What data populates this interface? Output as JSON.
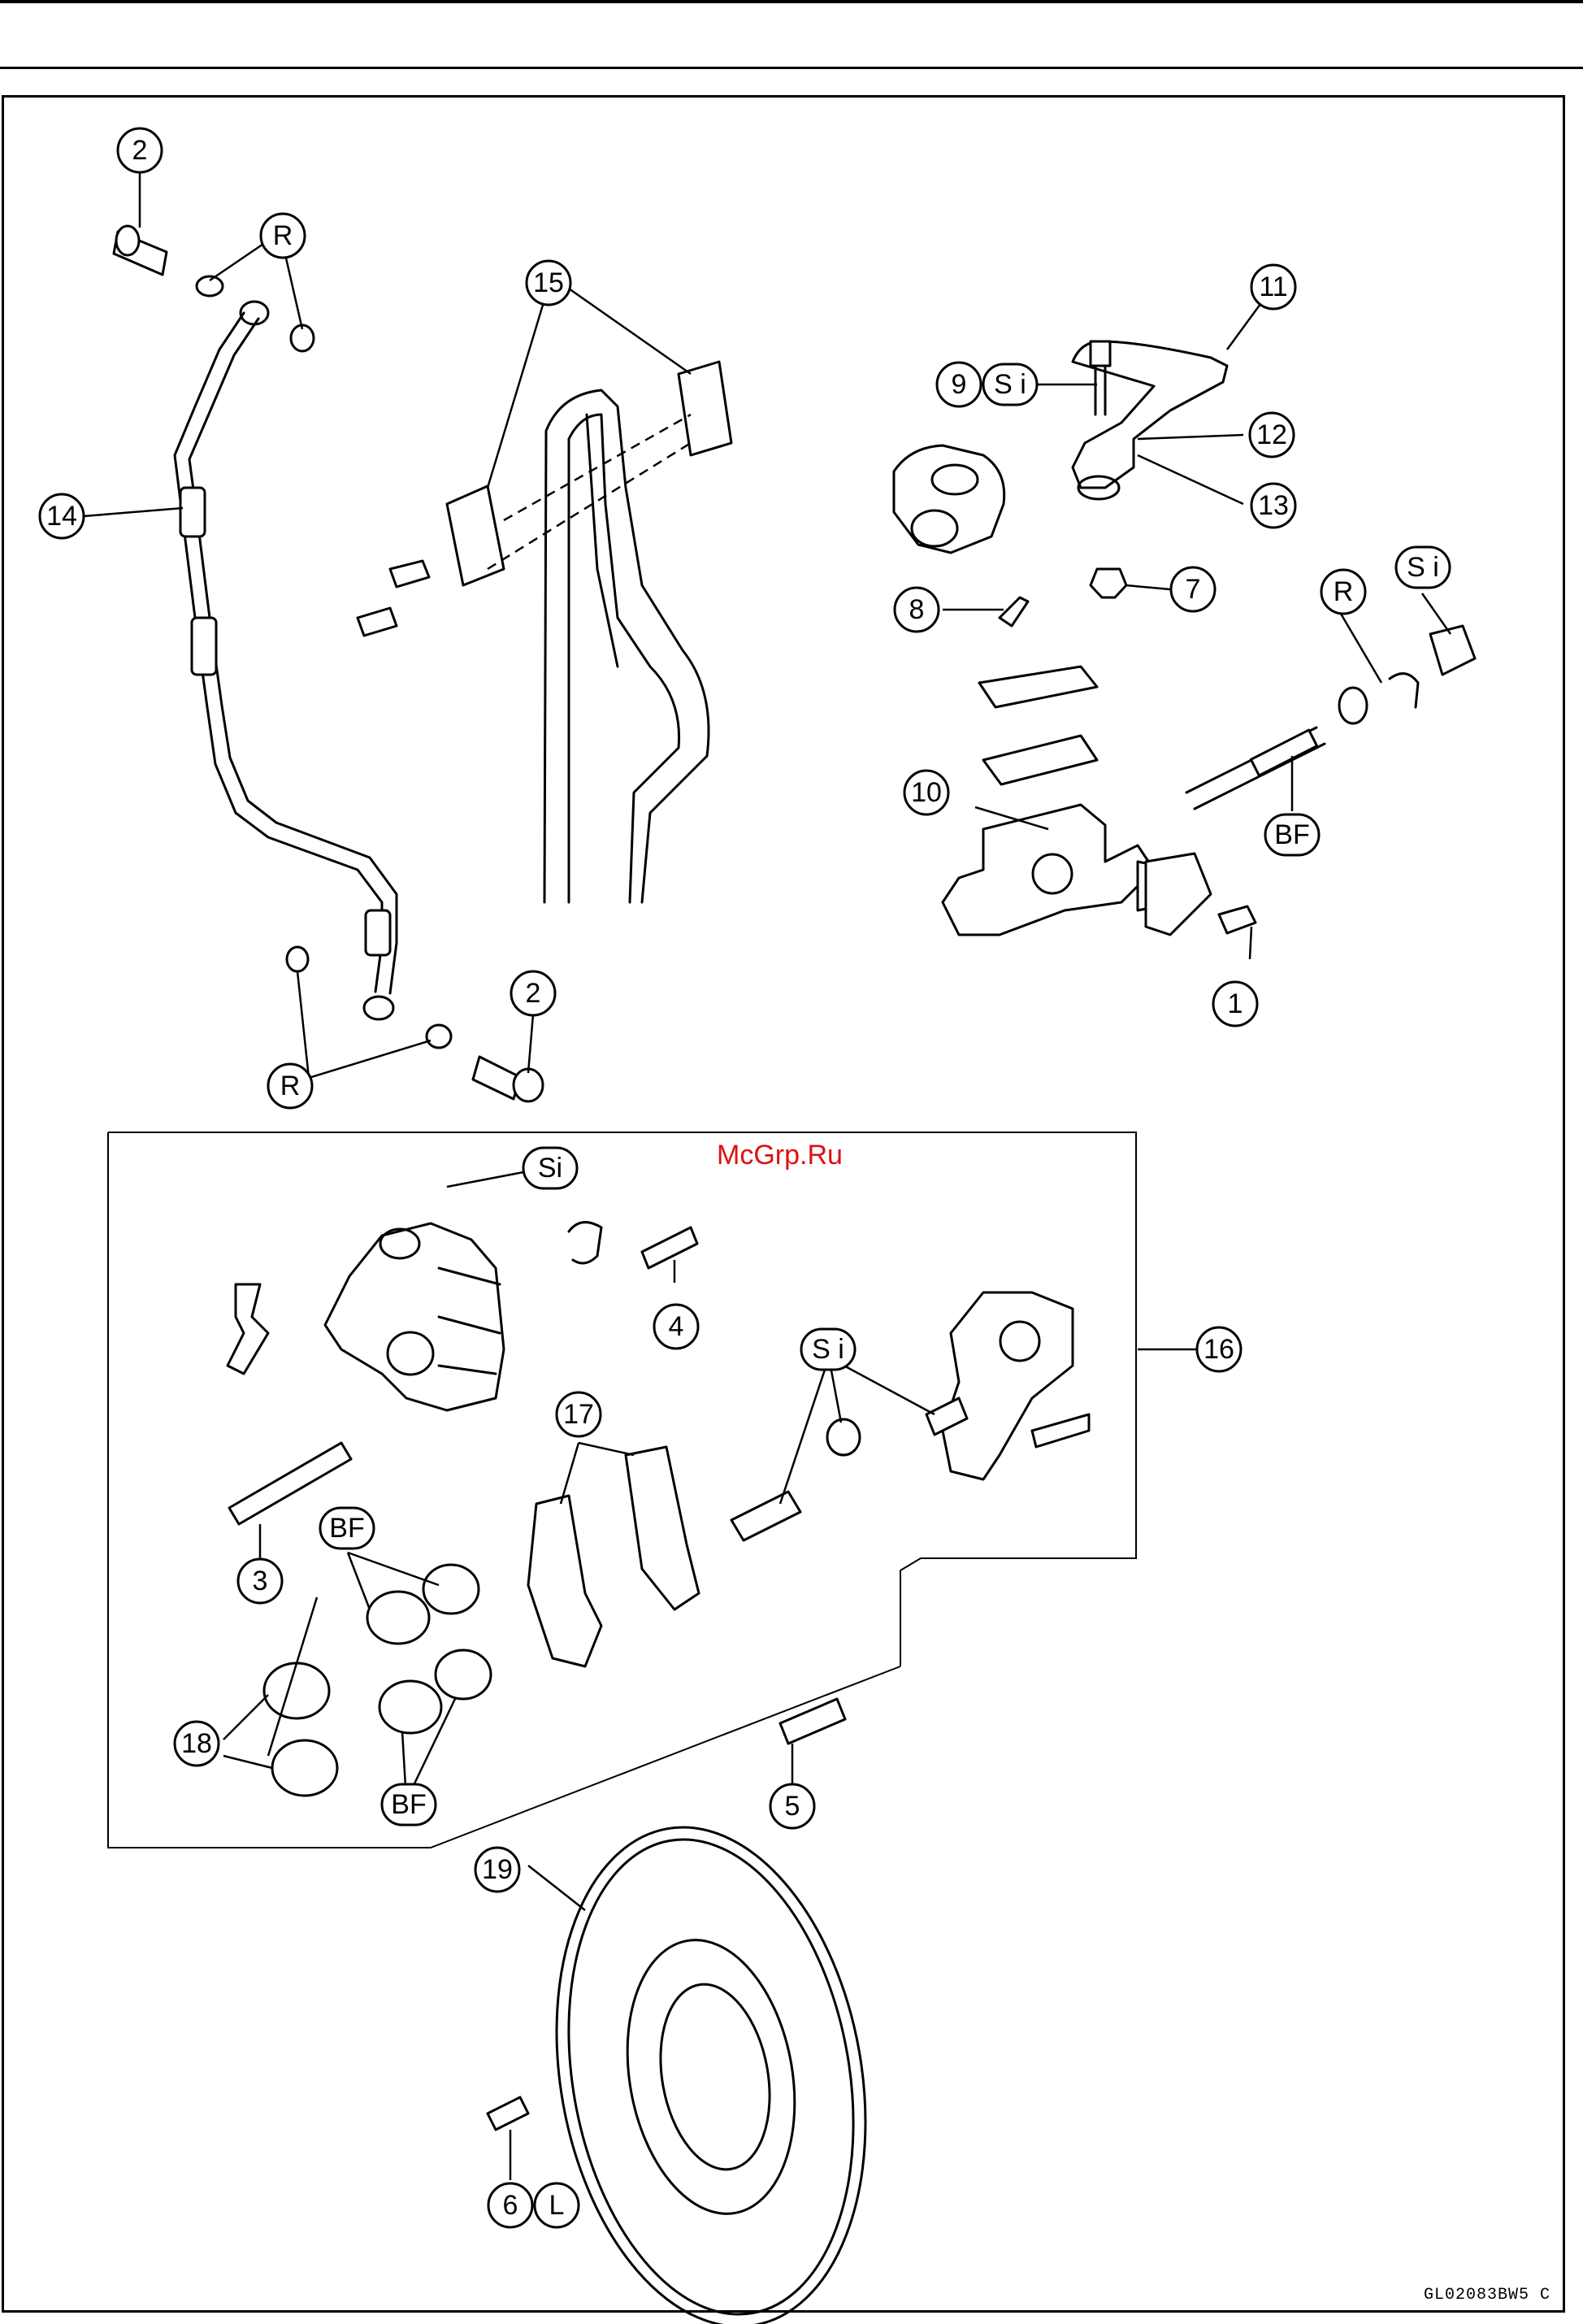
{
  "callouts": [
    {
      "id": "c2a",
      "label": "2"
    },
    {
      "id": "cRa",
      "label": "R"
    },
    {
      "id": "c15",
      "label": "15"
    },
    {
      "id": "c14",
      "label": "14"
    },
    {
      "id": "c2b",
      "label": "2"
    },
    {
      "id": "cRb",
      "label": "R"
    },
    {
      "id": "c11",
      "label": "11"
    },
    {
      "id": "c9",
      "label": "9"
    },
    {
      "id": "c12",
      "label": "12"
    },
    {
      "id": "c13",
      "label": "13"
    },
    {
      "id": "c7",
      "label": "7"
    },
    {
      "id": "c8",
      "label": "8"
    },
    {
      "id": "cRc",
      "label": "R"
    },
    {
      "id": "c10",
      "label": "10"
    },
    {
      "id": "c1",
      "label": "1"
    },
    {
      "id": "c4",
      "label": "4"
    },
    {
      "id": "c16",
      "label": "16"
    },
    {
      "id": "c17",
      "label": "17"
    },
    {
      "id": "c3",
      "label": "3"
    },
    {
      "id": "c18",
      "label": "18"
    },
    {
      "id": "c5",
      "label": "5"
    },
    {
      "id": "c19",
      "label": "19"
    },
    {
      "id": "c6",
      "label": "6"
    },
    {
      "id": "cL",
      "label": "L"
    }
  ],
  "tags": [
    {
      "id": "t9si",
      "label": "S i"
    },
    {
      "id": "tSi1",
      "label": "S i"
    },
    {
      "id": "tBF1",
      "label": "BF"
    },
    {
      "id": "tSi2",
      "label": "Si"
    },
    {
      "id": "tSi3",
      "label": "S i"
    },
    {
      "id": "tBF2",
      "label": "BF"
    },
    {
      "id": "tBF3",
      "label": "BF"
    }
  ],
  "watermark": "McGrp.Ru",
  "figure_code": "GL02083BW5 C"
}
